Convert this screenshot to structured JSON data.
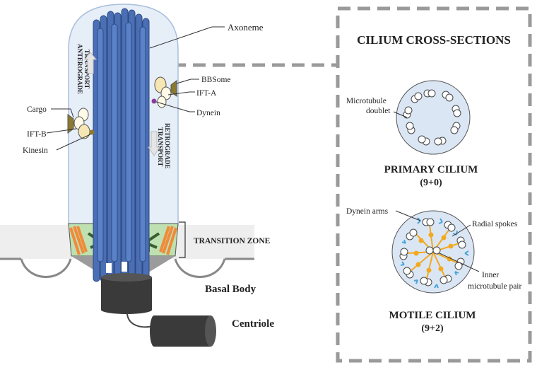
{
  "labels": {
    "axoneme": "Axoneme",
    "bbsome": "BBSome",
    "ift_a": "IFT-A",
    "dynein": "Dynein",
    "cargo": "Cargo",
    "ift_b": "IFT-B",
    "kinesin": "Kinesin",
    "anterograde_1": "ANTEROGRADE",
    "anterograde_2": "TRANSPORT",
    "retrograde_1": "RETROGRADE",
    "retrograde_2": "TRANSPORT",
    "transition_zone": "TRANSITION ZONE",
    "basal_body": "Basal Body",
    "centriole": "Centriole"
  },
  "cross_sections": {
    "title": "CILIUM CROSS-SECTIONS",
    "primary": {
      "doublet_label_1": "Microtubule",
      "doublet_label_2": "doublet",
      "name": "PRIMARY CILIUM",
      "formula": "(9+0)"
    },
    "motile": {
      "dynein_arms": "Dynein arms",
      "radial_spokes": "Radial spokes",
      "inner_pair_1": "Inner",
      "inner_pair_2": "microtubule pair",
      "name": "MOTILE CILIUM",
      "formula": "(9+2)"
    }
  },
  "colors": {
    "axoneme_blue": "#4a6fb5",
    "membrane_fill": "#e6eef8",
    "transition_green": "#bfe0b0",
    "spoke_orange": "#f3a91f",
    "dynein_arm_blue": "#4aa3d8",
    "cargo_olive": "#8c7a2e",
    "ift_cream": "#f5e6b3",
    "dynein_purple": "#8a3d9a",
    "dashed_border": "#9a9a9a"
  }
}
